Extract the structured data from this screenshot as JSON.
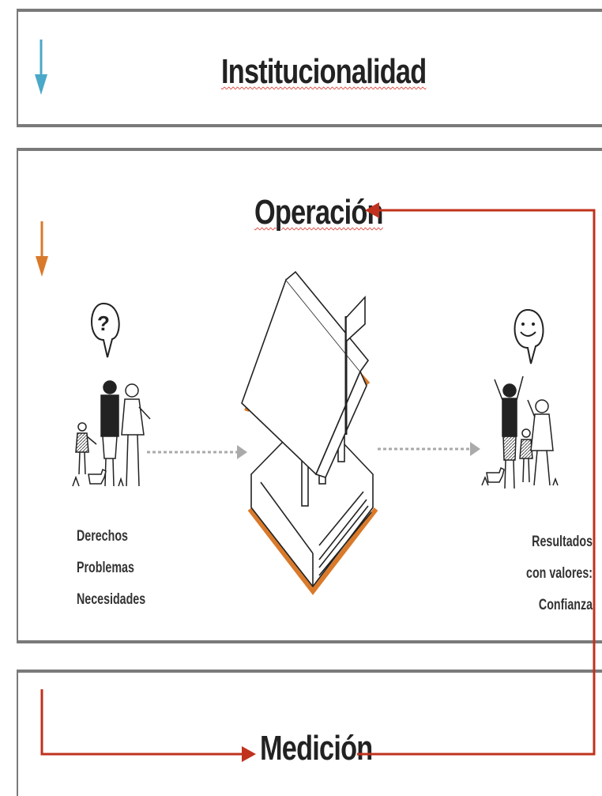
{
  "sections": {
    "institucionalidad": {
      "title": "Institucionalidad",
      "arrow_color": "#4aa8c8"
    },
    "operacion": {
      "title": "Operación",
      "arrow_color": "#d97a2b"
    },
    "medicion": {
      "title": "Medición",
      "arrow_color": "#c0321d"
    }
  },
  "left_labels": [
    "Derechos",
    "Problemas",
    "Necesidades"
  ],
  "right_labels": [
    "Resultados",
    "con valores:",
    "Confianza"
  ],
  "icons": {
    "left_bubble": "question-mark",
    "right_bubble": "smiley-face"
  },
  "colors": {
    "feedback_loop": "#c0321d",
    "accent_orange": "#d97a2b",
    "frame": "#7a7a7a"
  }
}
